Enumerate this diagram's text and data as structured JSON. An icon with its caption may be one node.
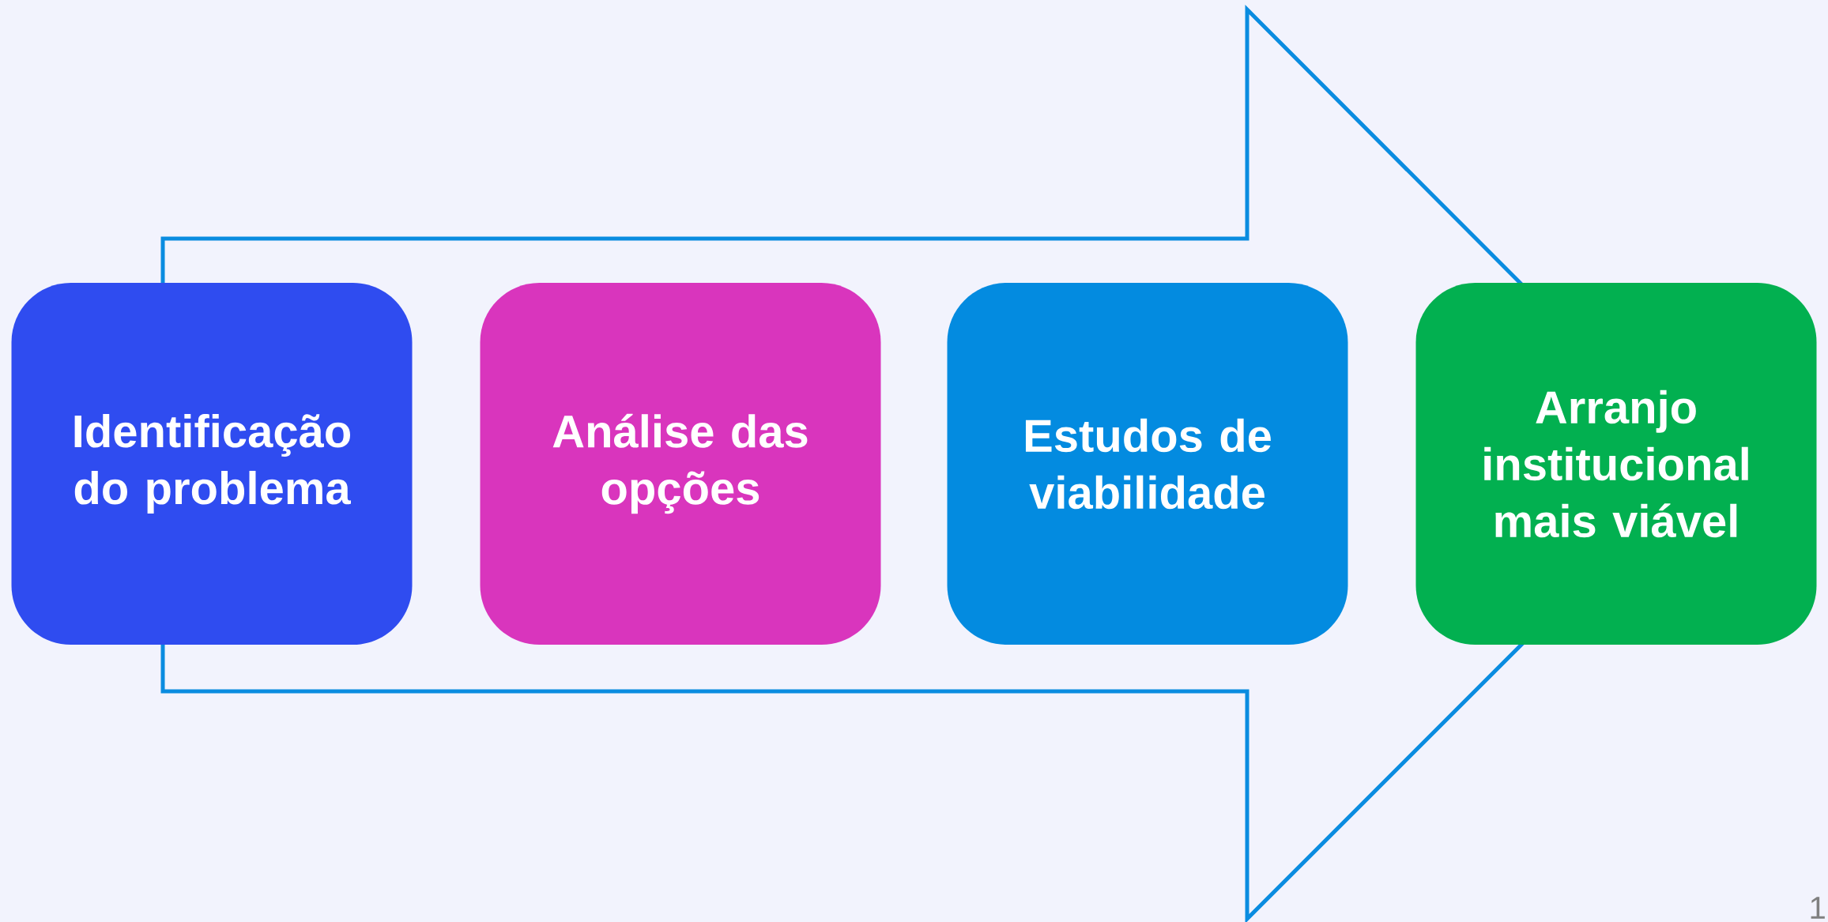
{
  "diagram": {
    "nodes": [
      {
        "text": [
          "Identificação do problema"
        ]
      },
      {
        "text": [
          "Análise das opções"
        ]
      },
      {
        "text": [
          "Estudos de viabilidade"
        ]
      },
      {
        "text": [
          "Arranjo institucional mais viável"
        ]
      }
    ],
    "edges": [
      {
        "from": 0,
        "to": 3,
        "arrow": "to"
      }
    ],
    "labels": [
      "1"
    ]
  }
}
